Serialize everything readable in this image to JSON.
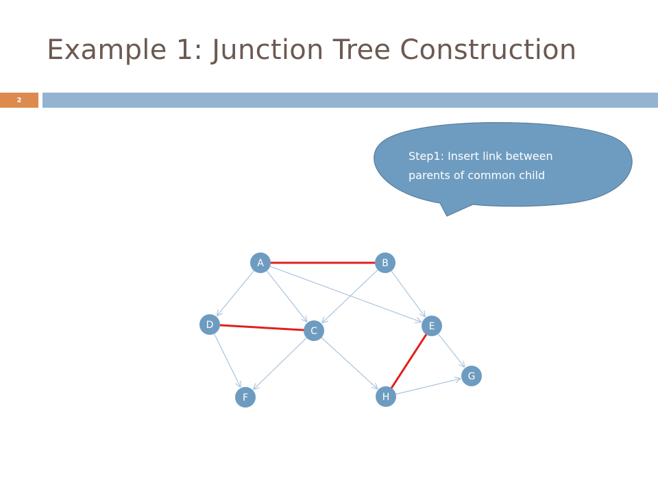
{
  "slide": {
    "title": "Example 1: Junction Tree Construction",
    "page_number": "2"
  },
  "callout": {
    "text_line1": "Step1: Insert link between",
    "text_line2": "parents of common child",
    "fill_color": "#6e9cc0",
    "stroke_color": "#5a7d9c"
  },
  "colors": {
    "node_fill": "#6e9cc0",
    "directed_edge": "#a7c4de",
    "moral_link": "#e02020",
    "title": "#6b5a52",
    "page_number_box": "#dd8a4e",
    "header_bar": "#93b3d1"
  },
  "graph": {
    "nodes": [
      {
        "id": "A",
        "label": "A"
      },
      {
        "id": "B",
        "label": "B"
      },
      {
        "id": "C",
        "label": "C"
      },
      {
        "id": "D",
        "label": "D"
      },
      {
        "id": "E",
        "label": "E"
      },
      {
        "id": "F",
        "label": "F"
      },
      {
        "id": "G",
        "label": "G"
      },
      {
        "id": "H",
        "label": "H"
      }
    ],
    "directed_edges": [
      {
        "from": "A",
        "to": "D"
      },
      {
        "from": "A",
        "to": "C"
      },
      {
        "from": "A",
        "to": "E"
      },
      {
        "from": "B",
        "to": "C"
      },
      {
        "from": "B",
        "to": "E"
      },
      {
        "from": "D",
        "to": "F"
      },
      {
        "from": "C",
        "to": "F"
      },
      {
        "from": "C",
        "to": "H"
      },
      {
        "from": "E",
        "to": "G"
      },
      {
        "from": "H",
        "to": "G"
      }
    ],
    "moral_links": [
      {
        "from": "A",
        "to": "B"
      },
      {
        "from": "D",
        "to": "C"
      },
      {
        "from": "E",
        "to": "H"
      }
    ]
  }
}
